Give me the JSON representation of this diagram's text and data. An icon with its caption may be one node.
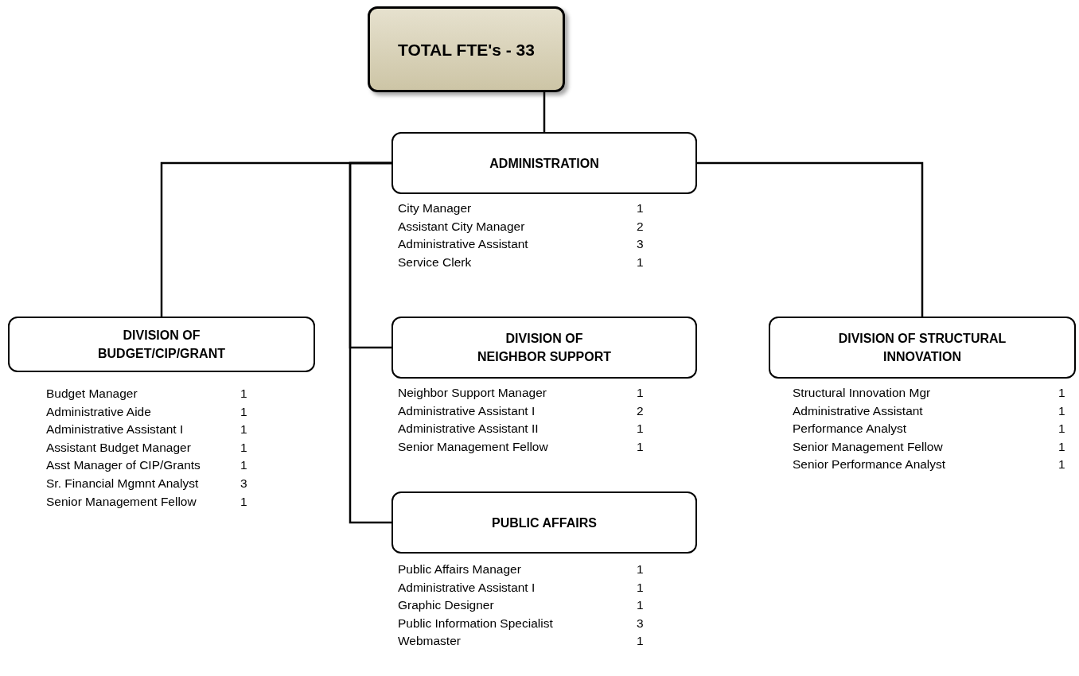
{
  "diagram": {
    "nodes": [
      {
        "text": [
          "TOTAL FTE's - 33"
        ]
      },
      {
        "text": [
          "ADMINISTRATION"
        ],
        "beside": [
          "City Manager",
          "1",
          "Assistant City Manager",
          "2",
          "Administrative Assistant",
          "3",
          "Service Clerk",
          "1"
        ]
      },
      {
        "text": [
          "DIVISION OF BUDGET/CIP/GRANT"
        ],
        "beside": [
          "Budget Manager",
          "1",
          "Administrative Aide",
          "1",
          "Administrative Assistant I",
          "1",
          "Assistant Budget Manager",
          "1",
          "Asst Manager of CIP/Grants",
          "1",
          "Sr. Financial Mgmnt Analyst",
          "3",
          "Senior Management Fellow",
          "1"
        ]
      },
      {
        "text": [
          "DIVISION OF NEIGHBOR SUPPORT"
        ],
        "beside": [
          "Neighbor Support Manager",
          "1",
          "Administrative Assistant I",
          "2",
          "Administrative Assistant II",
          "1",
          "Senior Management Fellow",
          "1"
        ]
      },
      {
        "text": [
          "PUBLIC AFFAIRS"
        ],
        "beside": [
          "Public Affairs Manager",
          "1",
          "Administrative Assistant I",
          "1",
          "Graphic Designer",
          "1",
          "Public Information Specialist",
          "3",
          "Webmaster",
          "1"
        ]
      },
      {
        "text": [
          "DIVISION OF STRUCTURAL INNOVATION"
        ],
        "beside": [
          "Structural Innovation Mgr",
          "1",
          "Administrative Assistant",
          "1",
          "Performance Analyst",
          "1",
          "Senior Management Fellow",
          "1",
          "Senior Performance Analyst",
          "1"
        ]
      }
    ],
    "edges": [
      {
        "from": 0,
        "to": 1,
        "arrow": "none"
      },
      {
        "from": 1,
        "to": 2,
        "arrow": "none"
      },
      {
        "from": 1,
        "to": 3,
        "arrow": "none"
      },
      {
        "from": 1,
        "to": 4,
        "arrow": "none"
      },
      {
        "from": 1,
        "to": 5,
        "arrow": "none"
      }
    ]
  }
}
